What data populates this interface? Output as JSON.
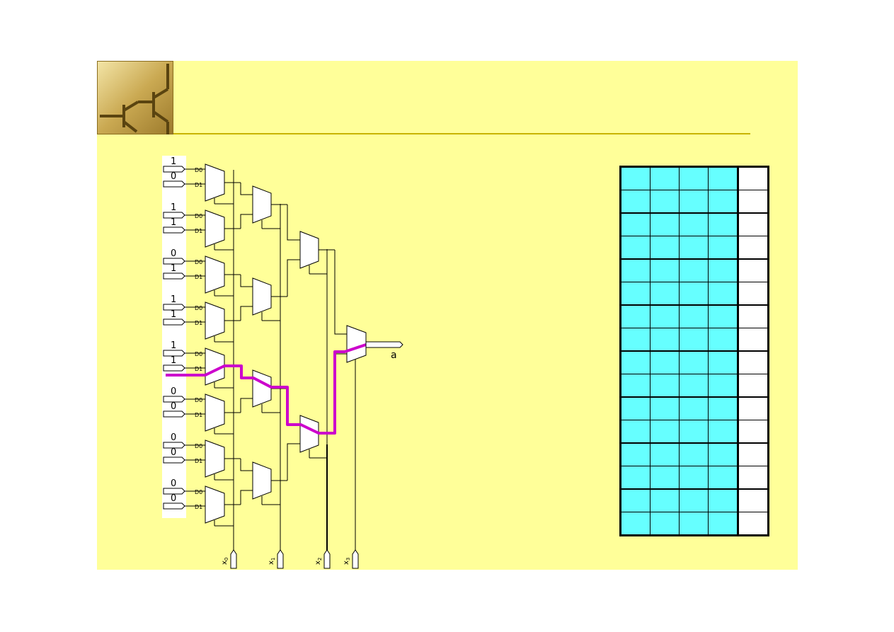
{
  "inputs": [
    {
      "d0": "1",
      "d1": "0"
    },
    {
      "d0": "1",
      "d1": "1"
    },
    {
      "d0": "0",
      "d1": "1"
    },
    {
      "d0": "1",
      "d1": "1"
    },
    {
      "d0": "1",
      "d1": "1"
    },
    {
      "d0": "0",
      "d1": "0"
    },
    {
      "d0": "0",
      "d1": "0"
    },
    {
      "d0": "0",
      "d1": "0"
    }
  ],
  "port_labels": {
    "d0": "D0",
    "d1": "D1"
  },
  "selects": [
    {
      "letter": "x",
      "sub": "0"
    },
    {
      "letter": "x",
      "sub": "1"
    },
    {
      "letter": "x",
      "sub": "2"
    },
    {
      "letter": "x",
      "sub": "3"
    }
  ],
  "output_label": "a",
  "colors": {
    "slide_bg": "#ffff99",
    "rule": "#c8b400",
    "selected_path": "#cc00cc",
    "table_input_fill": "#66ffff",
    "table_output_fill": "#ffffff"
  },
  "icons": {
    "logo": "transistor-pair-icon"
  },
  "truth_table": {
    "rows": 16,
    "input_columns": 4,
    "output_columns": 1
  }
}
